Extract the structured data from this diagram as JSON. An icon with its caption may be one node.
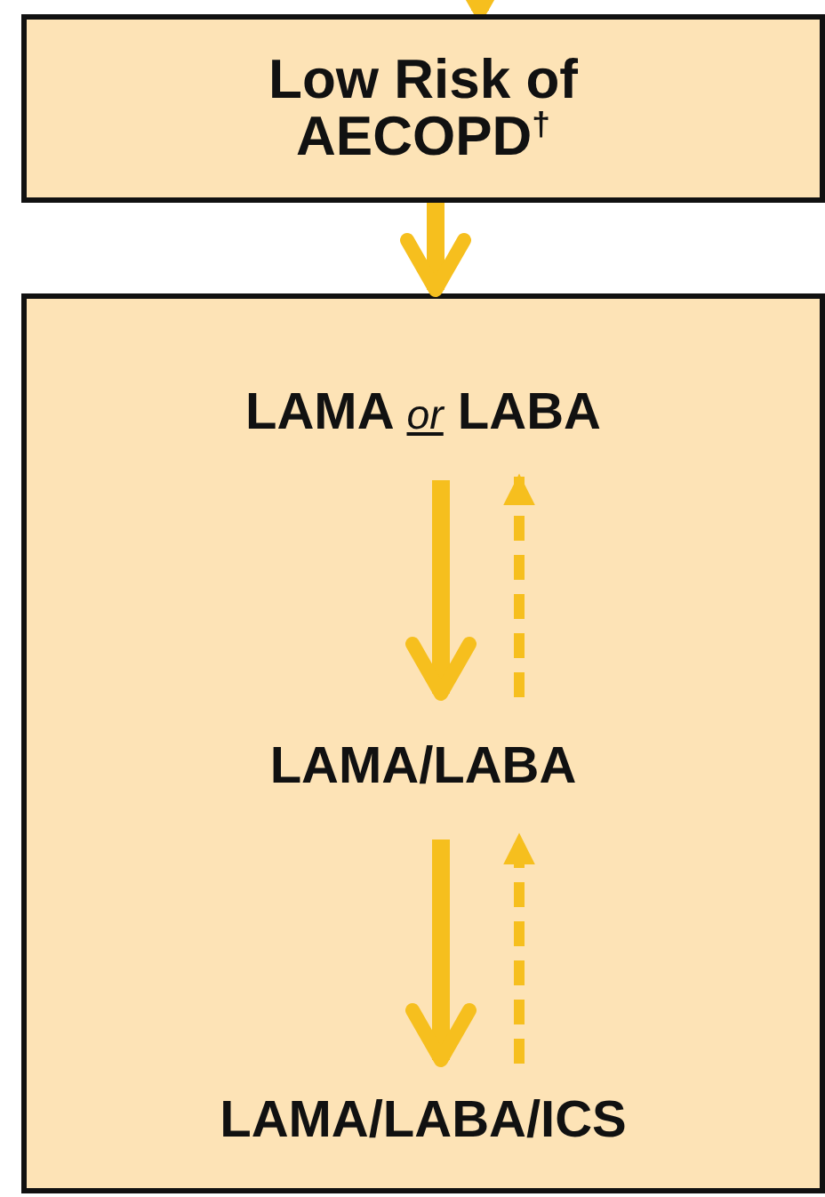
{
  "diagram": {
    "nodes": [
      {
        "text": [
          "Low Risk of AECOPD$^{†}$"
        ]
      },
      {
        "text": [],
        "shape": "box"
      },
      {
        "text": [
          "LAMA *or* LABA"
        ],
        "in": 1
      },
      {
        "text": [
          "LAMA/LABA"
        ],
        "in": 1
      },
      {
        "text": [
          "LAMA/LABA/ICS"
        ],
        "in": 1
      }
    ],
    "edges": [
      {
        "from": null,
        "to": 0,
        "arrow": "to"
      },
      {
        "from": 0,
        "to": 1,
        "arrow": "to"
      },
      {
        "from": 2,
        "to": 3,
        "arrow": "to"
      },
      {
        "from": 3,
        "to": 2,
        "arrow": "to",
        "style": "dashed"
      },
      {
        "from": 3,
        "to": 4,
        "arrow": "to"
      },
      {
        "from": 4,
        "to": 3,
        "arrow": "to",
        "style": "dashed"
      }
    ]
  }
}
